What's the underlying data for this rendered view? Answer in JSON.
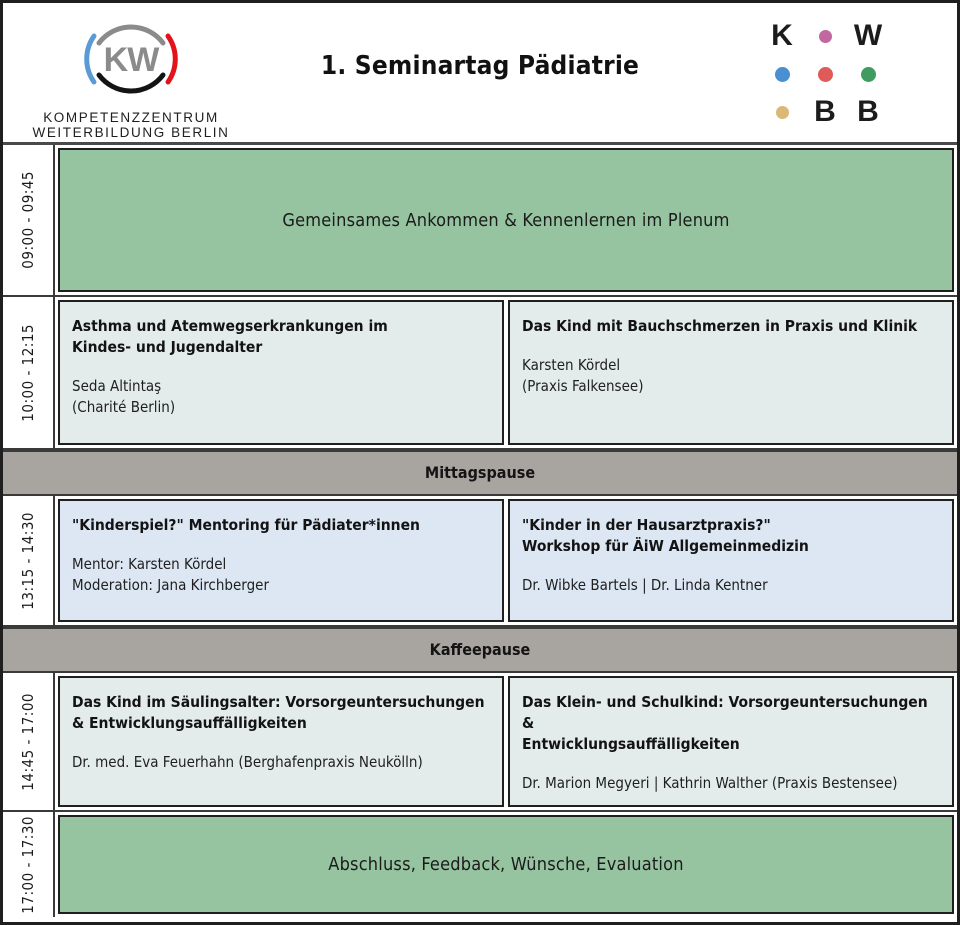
{
  "header": {
    "title": "1. Seminartag Pädiatrie",
    "logo": {
      "name": "kw-logo",
      "letters": "KW",
      "line1": "KOMPETENZZENTRUM",
      "line2": "WEITERBILDUNG BERLIN",
      "arc_colors": {
        "top": "#8b8b8b",
        "right": "#e2131a",
        "bottom": "#141414",
        "left": "#5b9bd5"
      },
      "letter_color": "#8b8b8b"
    },
    "kwbb": {
      "name": "kwbb-mark",
      "cells": [
        [
          {
            "type": "letter",
            "value": "K"
          },
          {
            "type": "dot",
            "color": "#c0689f",
            "name": "dot-pink"
          },
          {
            "type": "letter",
            "value": "W"
          }
        ],
        [
          {
            "type": "dot",
            "color": "#4a8fd0",
            "name": "dot-blue"
          },
          {
            "type": "dot",
            "color": "#e05a5a",
            "name": "dot-red"
          },
          {
            "type": "dot",
            "color": "#3f9b5f",
            "name": "dot-green"
          }
        ],
        [
          {
            "type": "dot",
            "color": "#d9b878",
            "name": "dot-gold"
          },
          {
            "type": "letter",
            "value": "B"
          },
          {
            "type": "letter",
            "value": "B"
          }
        ]
      ]
    }
  },
  "colors": {
    "plenum_green": "#96c3a0",
    "session_green": "#e4ecE4",
    "session_blue": "#dce7f3",
    "break_gray": "#a8a5a0",
    "border_dark": "#1f1f1f",
    "page_border": "#1f1f1f"
  },
  "schedule": {
    "rows": [
      {
        "kind": "plenum",
        "time": "09:00 - 09:45",
        "bg": "#96c3a0",
        "height": 152,
        "cells": [
          {
            "text": "Gemeinsames Ankommen & Kennenlernen im Plenum"
          }
        ]
      },
      {
        "kind": "sessions",
        "time": "10:00 - 12:15",
        "bg": "#e4eceb",
        "height": 153,
        "cells": [
          {
            "title": "Asthma und Atemwegserkrankungen im\nKindes- und Jugendalter",
            "sub": "Seda Altintaş\n(Charité Berlin)"
          },
          {
            "title": "Das Kind mit Bauchschmerzen in Praxis und Klinik",
            "sub": "Karsten Kördel\n(Praxis Falkensee)"
          }
        ]
      },
      {
        "kind": "break",
        "label": "Mittagspause",
        "bg": "#a8a5a0",
        "height": 41
      },
      {
        "kind": "sessions",
        "time": "13:15 - 14:30",
        "bg": "#dce7f3",
        "height": 131,
        "cells": [
          {
            "title": "\"Kinderspiel?\" Mentoring für Pädiater*innen",
            "sub": "Mentor: Karsten Kördel\nModeration: Jana Kirchberger"
          },
          {
            "title": "\"Kinder in der Hausarztpraxis?\"\nWorkshop für ÄiW Allgemeinmedizin",
            "sub": "Dr. Wibke Bartels | Dr. Linda Kentner"
          }
        ]
      },
      {
        "kind": "break",
        "label": "Kaffeepause",
        "bg": "#a8a5a0",
        "height": 41
      },
      {
        "kind": "sessions",
        "time": "14:45 - 17:00",
        "bg": "#e4eceb",
        "height": 139,
        "cells": [
          {
            "title": "Das Kind im Säulingsalter: Vorsorgeuntersuchungen\n& Entwicklungsauffälligkeiten",
            "sub": "Dr. med. Eva Feuerhahn (Berghafenpraxis Neukölln)"
          },
          {
            "title": "Das Klein- und Schulkind: Vorsorgeuntersuchungen &\nEntwicklungsauffälligkeiten",
            "sub": "Dr. Marion Megyeri | Kathrin Walther (Praxis Bestensee)"
          }
        ]
      },
      {
        "kind": "plenum",
        "time": "17:00 - 17:30",
        "bg": "#96c3a0",
        "height": 105,
        "cells": [
          {
            "text": "Abschluss, Feedback, Wünsche, Evaluation"
          }
        ]
      }
    ]
  }
}
